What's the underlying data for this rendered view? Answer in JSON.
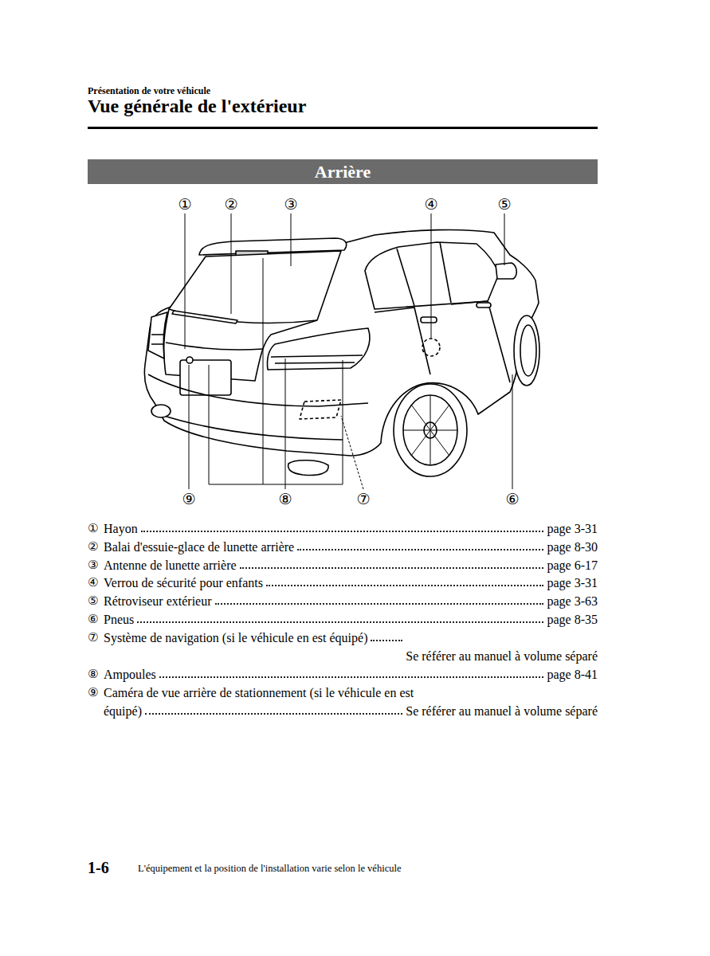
{
  "diagram": {
    "title": "Vue générale de l'extérieur",
    "nodes": [
      {
        "text": [
          "Arrière"
        ]
      }
    ],
    "labels": [
      "Présentation de votre véhicule",
      "①",
      "②",
      "③",
      "④",
      "⑤",
      "⑨",
      "⑧",
      "⑦",
      "⑥",
      "①",
      "Hayon",
      "page 3-31",
      "②",
      "Balai d'essuie-glace de lunette arrière",
      "page 8-30",
      "③",
      "Antenne de lunette arrière",
      "page 6-17",
      "④",
      "Verrou de sécurité pour enfants",
      "page 3-31",
      "⑤",
      "Rétroviseur extérieur",
      "page 3-63",
      "⑥",
      "Pneus",
      "page 8-35",
      "⑦",
      "Système de navigation (si le véhicule en est équipé)",
      "Se référer au manuel à volume séparé",
      "⑧",
      "Ampoules",
      "page 8-41",
      "⑨",
      "Caméra de vue arrière de stationnement (si le véhicule en est équipé)",
      "Se référer au manuel à volume séparé",
      "1-6",
      "L'équipement et la position de l'installation varie selon le véhicule"
    ]
  }
}
